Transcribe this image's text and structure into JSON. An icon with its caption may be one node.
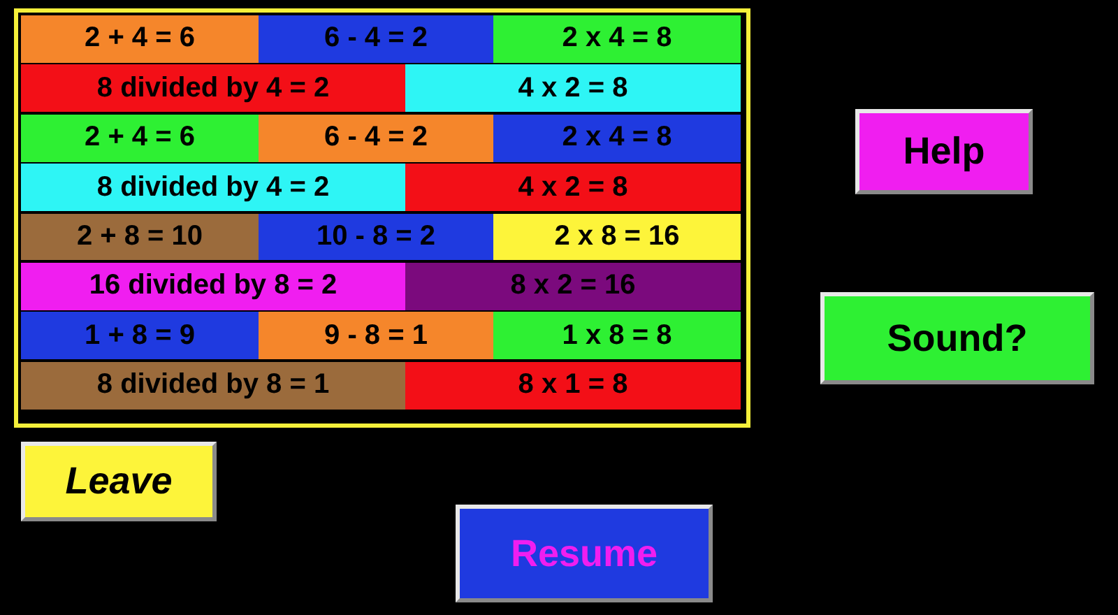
{
  "diagram": {
    "labels": [
      "2 + 4 = 6",
      "6 - 4 = 2",
      "2 x 4 = 8",
      "8 divided by 4 = 2",
      "4 x 2 = 8",
      "2 + 4 = 6",
      "6 - 4 = 2",
      "2 x 4 = 8",
      "8 divided by 4 = 2",
      "4 x 2 = 8",
      "2 + 8 = 10",
      "10 - 8 = 2",
      "2 x 8 = 16",
      "16 divided by 8 = 2",
      "8 x 2 = 16",
      "1 + 8 = 9",
      "9 - 8 = 1",
      "1 x 8 = 8",
      "8 divided by 8 = 1",
      "8 x 1 = 8",
      "Help",
      "Sound?",
      "Leave",
      "Resume"
    ]
  }
}
